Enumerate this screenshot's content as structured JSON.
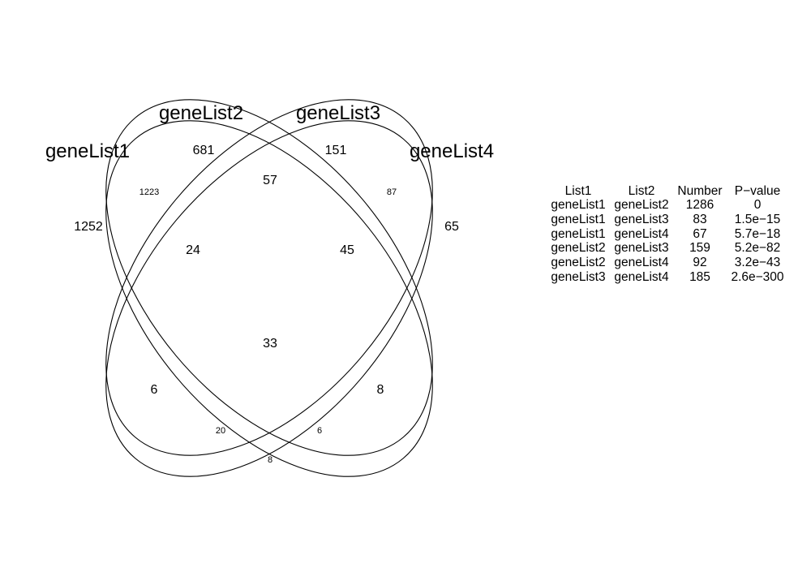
{
  "sets": [
    "geneList1",
    "geneList2",
    "geneList3",
    "geneList4"
  ],
  "regions": [
    {
      "sets": [
        "geneList1"
      ],
      "count": "1252"
    },
    {
      "sets": [
        "geneList2"
      ],
      "count": "681"
    },
    {
      "sets": [
        "geneList3"
      ],
      "count": "151"
    },
    {
      "sets": [
        "geneList4"
      ],
      "count": "65"
    },
    {
      "sets": [
        "geneList1",
        "geneList2"
      ],
      "count": "1223"
    },
    {
      "sets": [
        "geneList2",
        "geneList3"
      ],
      "count": "57"
    },
    {
      "sets": [
        "geneList3",
        "geneList4"
      ],
      "count": "87"
    },
    {
      "sets": [
        "geneList1",
        "geneList2",
        "geneList3"
      ],
      "count": "24"
    },
    {
      "sets": [
        "geneList2",
        "geneList3",
        "geneList4"
      ],
      "count": "45"
    },
    {
      "sets": [
        "geneList1",
        "geneList2",
        "geneList3",
        "geneList4"
      ],
      "count": "33"
    },
    {
      "sets": [
        "geneList1",
        "geneList3"
      ],
      "count": "6"
    },
    {
      "sets": [
        "geneList2",
        "geneList4"
      ],
      "count": "8"
    },
    {
      "sets": [
        "geneList1",
        "geneList3",
        "geneList4"
      ],
      "count": "20"
    },
    {
      "sets": [
        "geneList1",
        "geneList2",
        "geneList4"
      ],
      "count": "6"
    },
    {
      "sets": [
        "geneList1",
        "geneList4"
      ],
      "count": "8"
    }
  ],
  "overlap_table": {
    "headers": [
      "List1",
      "List2",
      "Number",
      "P−value"
    ],
    "rows": [
      [
        "geneList1",
        "geneList2",
        "1286",
        "0"
      ],
      [
        "geneList1",
        "geneList3",
        "83",
        "1.5e−15"
      ],
      [
        "geneList1",
        "geneList4",
        "67",
        "5.7e−18"
      ],
      [
        "geneList2",
        "geneList3",
        "159",
        "5.2e−82"
      ],
      [
        "geneList2",
        "geneList4",
        "92",
        "3.2e−43"
      ],
      [
        "geneList3",
        "geneList4",
        "185",
        "2.6e−300"
      ]
    ]
  }
}
